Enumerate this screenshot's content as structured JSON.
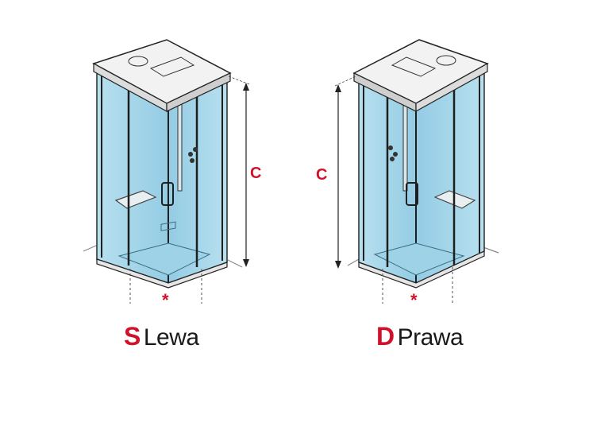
{
  "diagram": {
    "left_variant": {
      "letter": "S",
      "label": "Lewa"
    },
    "right_variant": {
      "letter": "D",
      "label": "Prawa"
    },
    "dimension_label": "C",
    "marker": "*"
  },
  "colors": {
    "accent_red": "#d0112b",
    "glass_blue": "#a9d8ea",
    "frame_dark": "#1e1e1e",
    "line_grey": "#7a7a7a"
  }
}
